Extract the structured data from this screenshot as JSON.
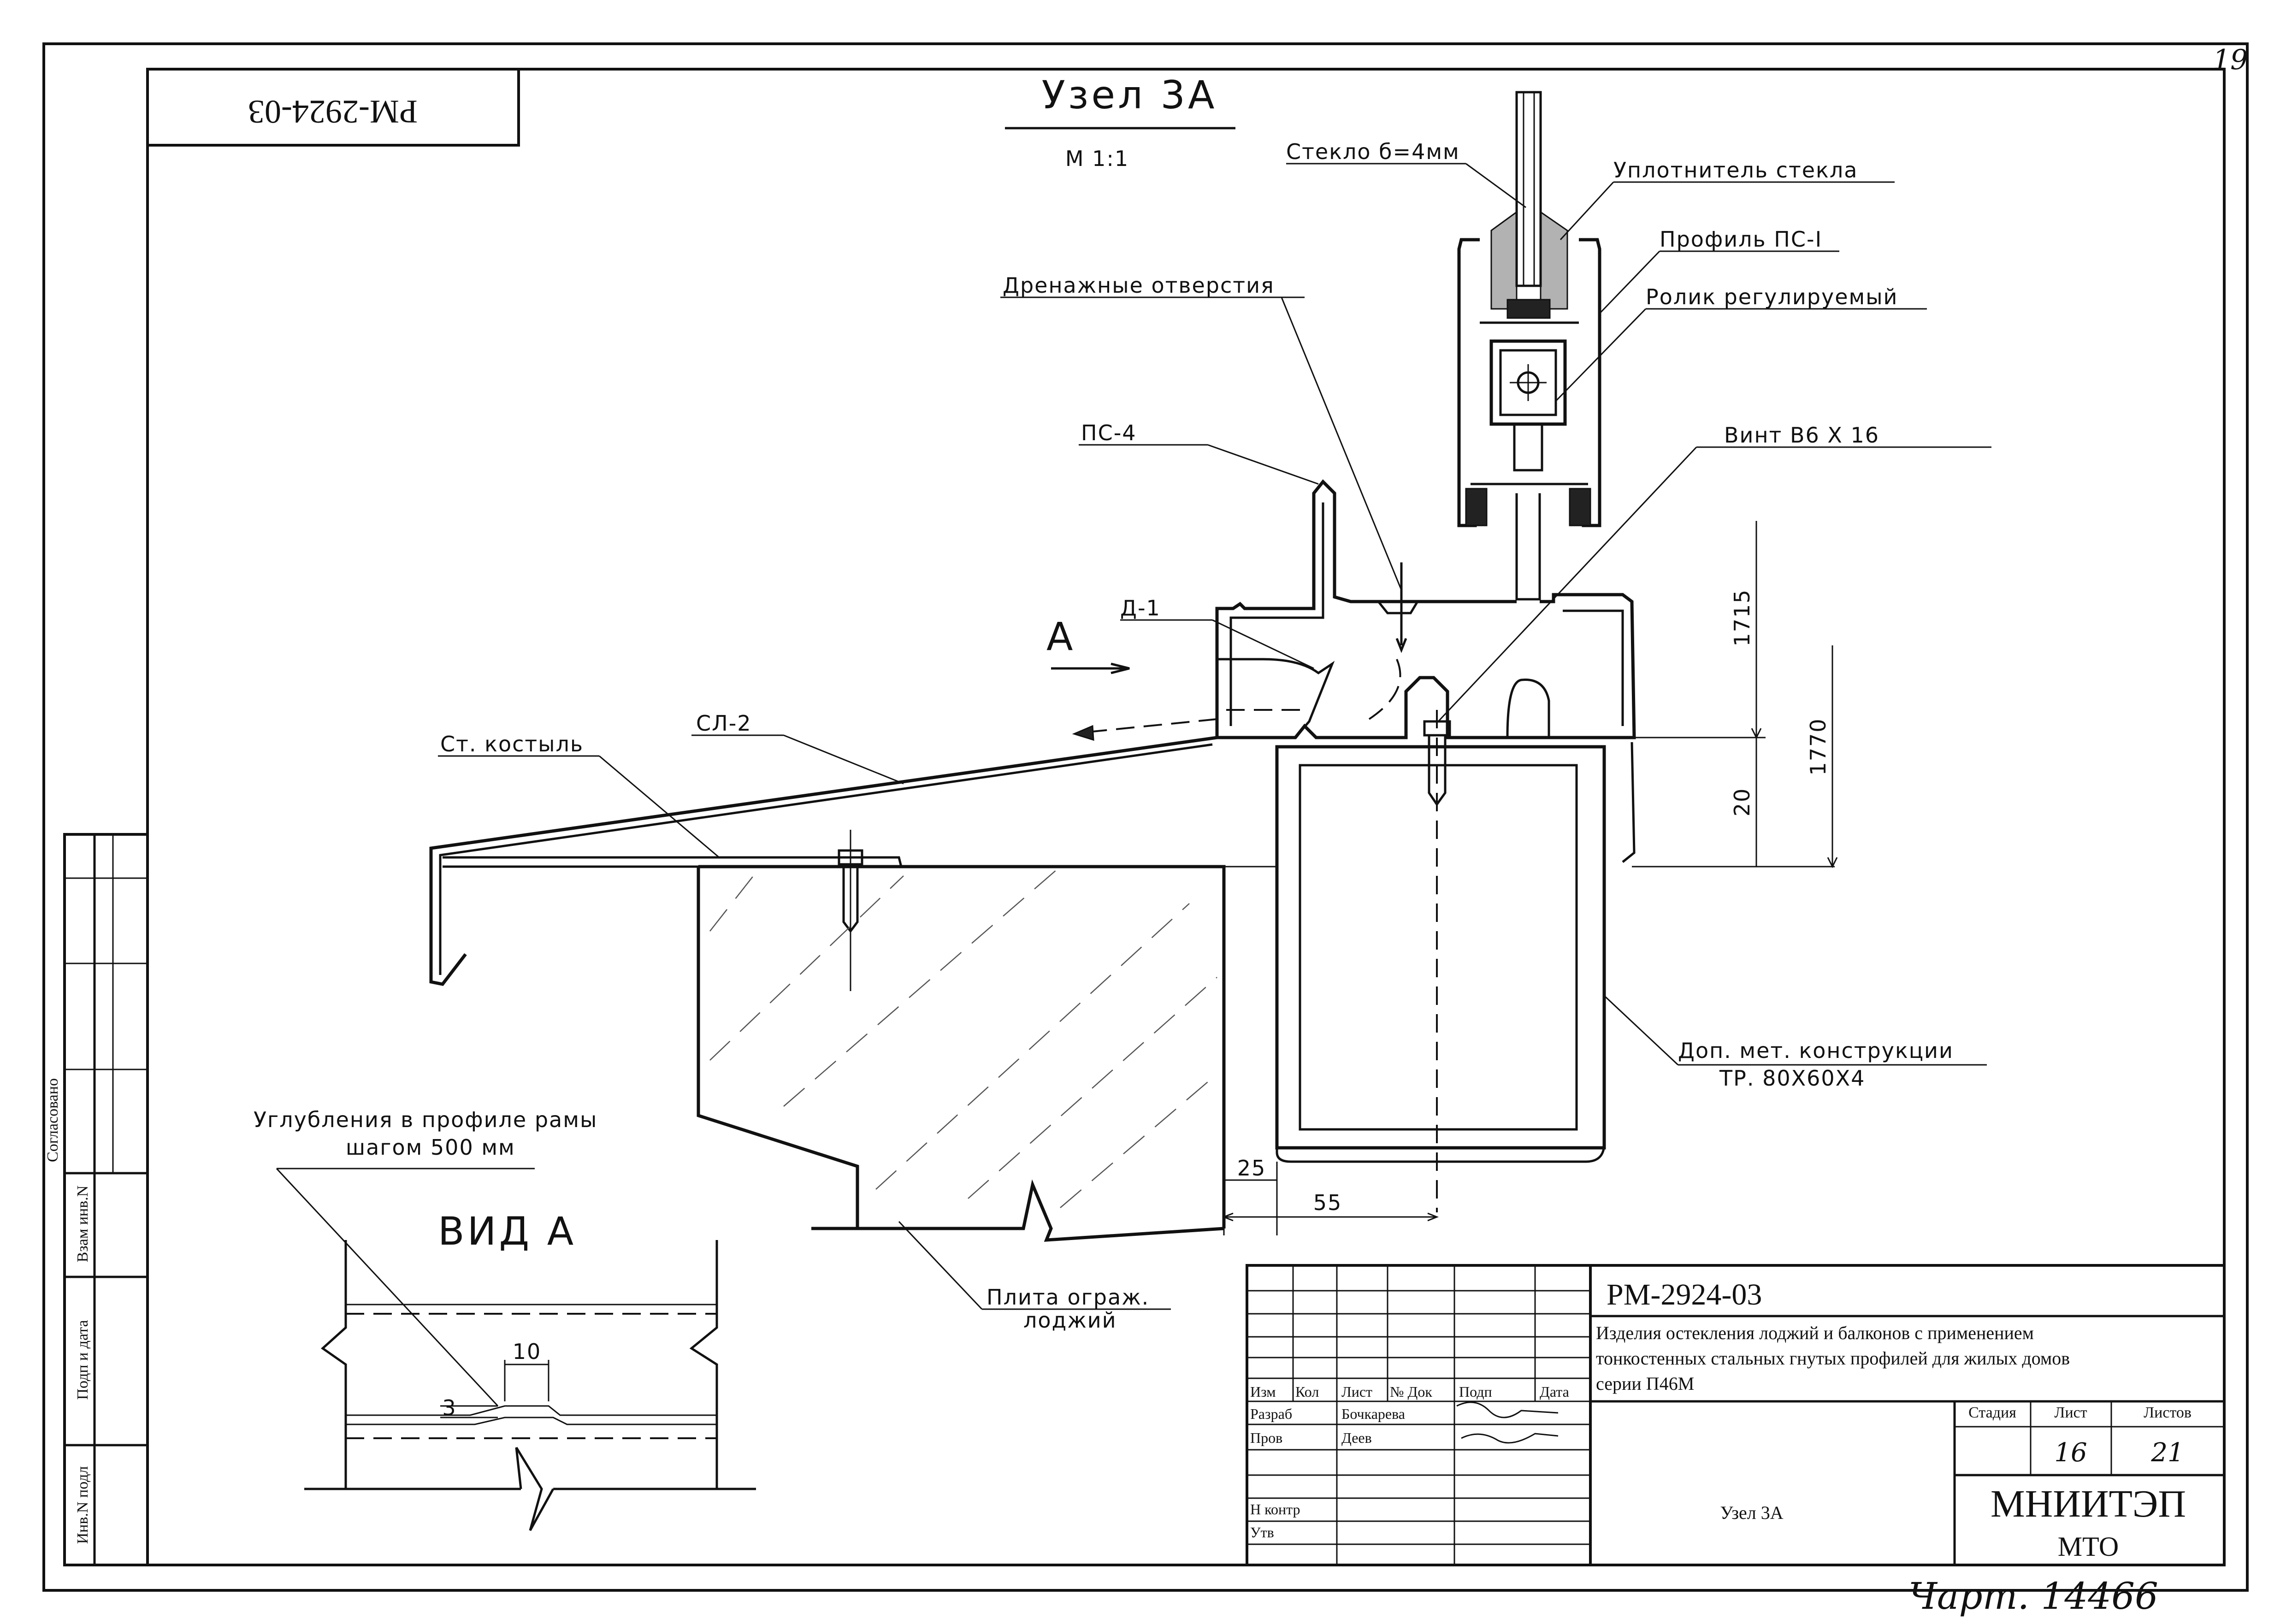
{
  "sheet_number": "19",
  "stamp_top": "РМ-2924-03",
  "title": "Узел 3А",
  "scale": "М 1:1",
  "labels": {
    "glass": "Стекло б=4мм",
    "seal": "Уплотнитель стекла",
    "profile_ps1": "Профиль ПС-I",
    "roller": "Ролик регулируемый",
    "drainage": "Дренажные отверстия",
    "ps4": "ПС-4",
    "screw": "Винт В6 Х 16",
    "view_arrow": "А",
    "d1": "Д-1",
    "sl2": "СЛ-2",
    "crutch": "Ст. костыль",
    "extra_struct_1": "Доп. мет. конструкции",
    "extra_struct_2": "ТР. 80Х60Х4",
    "recess_1": "Углубления в профиле рамы",
    "recess_2": "шагом 500 мм",
    "view_a": "ВИД А",
    "slab_1": "Плита ограж.",
    "slab_2": "лоджий"
  },
  "dimensions": {
    "d1715": "1715",
    "d1770": "1770",
    "d20": "20",
    "d25": "25",
    "d55": "55",
    "d10": "10",
    "d3": "3"
  },
  "side_stamp": {
    "agreed": "Согласовано",
    "replace_inv": "Взам инв.N",
    "sign_date": "Подп и дата",
    "inv_orig": "Инв.N подл"
  },
  "title_block": {
    "doc_code": "РМ-2924-03",
    "description": [
      "Изделия остекления лоджий и балконов с применением",
      "тонкостенных стальных гнутых профилей для жилых домов",
      "серии П46М"
    ],
    "columns": [
      "Изм",
      "Кол",
      "Лист",
      "№ Док",
      "Подп",
      "Дата"
    ],
    "rows": [
      {
        "role": "Разраб",
        "name": "Бочкарева"
      },
      {
        "role": "Пров",
        "name": "Деев"
      },
      {
        "role": "Н контр",
        "name": ""
      },
      {
        "role": "Утв",
        "name": ""
      }
    ],
    "stage_label": "Стадия",
    "sheet_label": "Лист",
    "sheets_label": "Листов",
    "sheet_value": "16",
    "sheets_value": "21",
    "drawing_name": "Узел 3А",
    "org_1": "МНИИТЭП",
    "org_2": "МТО",
    "note": "Чарт. 14466"
  }
}
